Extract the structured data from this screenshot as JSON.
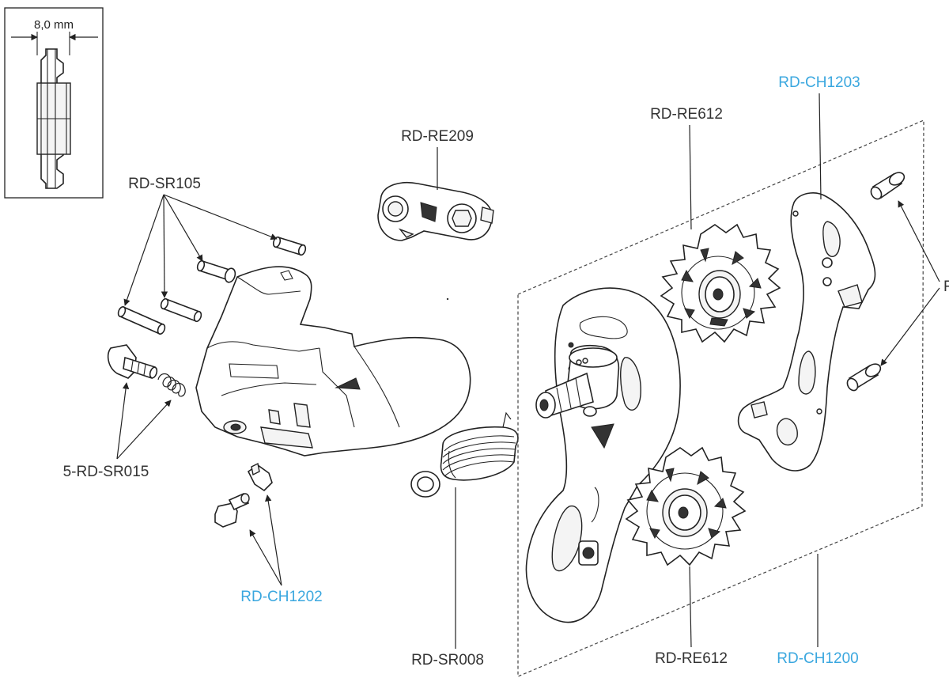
{
  "inset": {
    "dimension": "8,0 mm"
  },
  "labels": {
    "rd_sr105": "RD-SR105",
    "rd_re209": "RD-RE209",
    "rd_re612_top": "RD-RE612",
    "rd_ch1203": "RD-CH1203",
    "rd_sr015": "5-RD-SR015",
    "rd_ch1202": "RD-CH1202",
    "rd_sr008": "RD-SR008",
    "rd_re612_bottom": "RD-RE612",
    "rd_ch1200": "RD-CH1200",
    "cut_off_label": "R"
  },
  "colors": {
    "label_dark": "#333333",
    "label_highlight": "#3aa7df",
    "line": "#222222"
  }
}
